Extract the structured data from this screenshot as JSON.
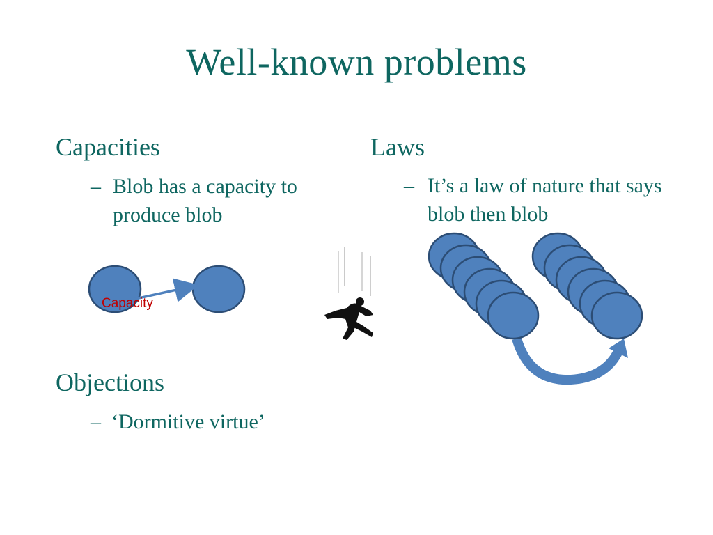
{
  "slide": {
    "title": "Well-known problems",
    "capacities": {
      "heading": "Capacities",
      "dash": "–",
      "item": "Blob has a capacity to produce blob",
      "diagram_label": "Capacity"
    },
    "laws": {
      "heading": "Laws",
      "dash": "–",
      "item": "It’s a law of nature that says blob then blob"
    },
    "objections": {
      "heading": "Objections",
      "dash": "–",
      "item": "‘Dormitive virtue’"
    },
    "colors": {
      "text": "#0e6660",
      "blob_fill": "#4f81bd",
      "blob_stroke": "#2c4d75",
      "arrow": "#4f81bd",
      "label": "#c00000"
    },
    "icons": [
      "falling-person-icon"
    ]
  }
}
